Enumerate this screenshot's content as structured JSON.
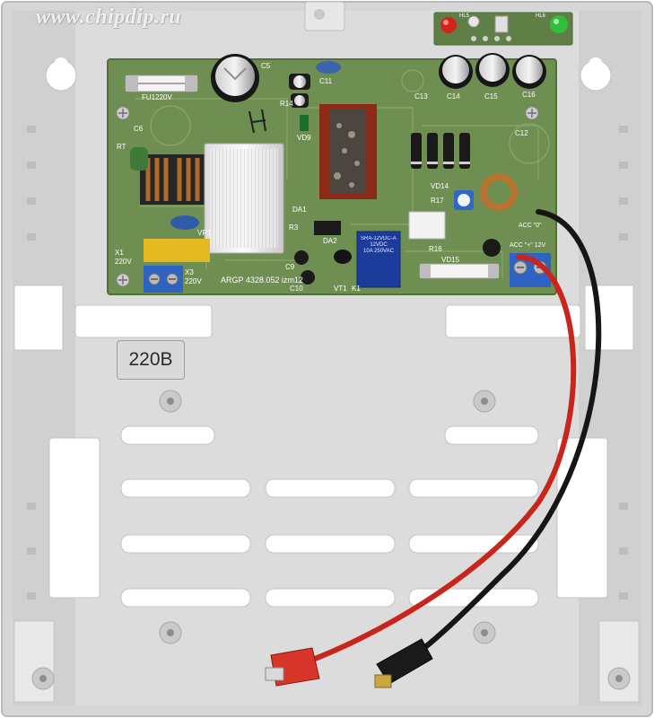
{
  "watermark": "www.chipdip.ru",
  "panel_label": "220В",
  "board": {
    "marking": "ARGP 4328.052 izm12",
    "silkscreen": {
      "fu1": "FU1220V",
      "c6": "C6",
      "rt": "RT",
      "x1": "X1",
      "x1_volt": "220V",
      "x3": "X3",
      "x3_volt": "220V",
      "c5": "C5",
      "c11": "C11",
      "c13": "C13",
      "c14": "C14",
      "c15": "C15",
      "c16": "C16",
      "c12": "C12",
      "r14": "R14",
      "vd9": "VD9",
      "vd14": "VD14",
      "r17": "R17",
      "r16": "R16",
      "vd15": "VD15",
      "da1": "DA1",
      "da2": "DA2",
      "r3": "R3",
      "c9": "C9",
      "c10": "C10",
      "vt1": "VT1",
      "k1": "K1",
      "vr1": "VR1",
      "acc_plus": "ACC \"+\" 12V",
      "acc_minus": "ACC \"0\"",
      "hl5": "HL5",
      "hl6": "HL6"
    },
    "relay": [
      "SRA-12VDC-AH",
      "12VDC",
      "10A 250VAC"
    ]
  },
  "colors": {
    "enclosure": "#d7d7d7",
    "pcb": "#6f8e52",
    "red_wire": "#c8251c",
    "black_wire": "#161616",
    "terminal_blue": "#2e63c4"
  }
}
